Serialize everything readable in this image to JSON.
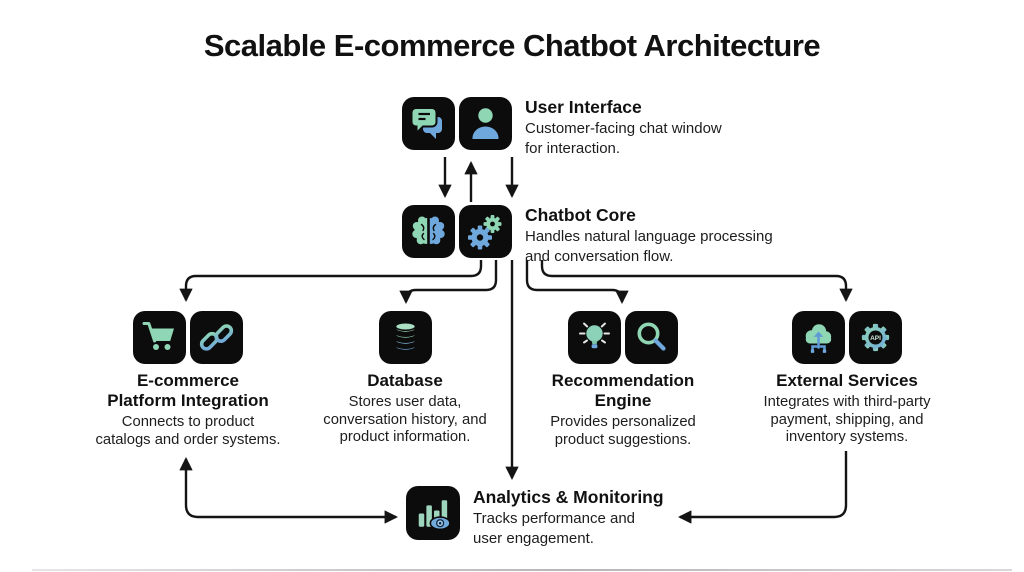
{
  "title": "Scalable E-commerce Chatbot Architecture",
  "palette": {
    "tile_bg": "#0c0c0c",
    "teal": "#8fd6b4",
    "blue": "#6fa8dc",
    "arrow": "#141414"
  },
  "nodes": {
    "user_interface": {
      "title": "User Interface",
      "desc": [
        "Customer-facing chat window",
        "for interaction."
      ],
      "icons": [
        "chat-icon",
        "user-icon"
      ]
    },
    "chatbot_core": {
      "title": "Chatbot Core",
      "desc": [
        "Handles natural language processing",
        "and conversation flow."
      ],
      "icons": [
        "brain-icon",
        "gears-icon"
      ]
    },
    "ecommerce": {
      "title": [
        "E-commerce",
        "Platform Integration"
      ],
      "desc": [
        "Connects to product",
        "catalogs and order systems."
      ],
      "icons": [
        "cart-icon",
        "link-icon"
      ]
    },
    "database": {
      "title": [
        "Database"
      ],
      "desc": [
        "Stores user data,",
        "conversation history, and",
        "product information."
      ],
      "icons": [
        "database-icon"
      ]
    },
    "recommendation": {
      "title": [
        "Recommendation",
        "Engine"
      ],
      "desc": [
        "Provides personalized",
        "product suggestions."
      ],
      "icons": [
        "lightbulb-icon",
        "search-icon"
      ]
    },
    "external": {
      "title": [
        "External Services"
      ],
      "desc": [
        "Integrates with third-party",
        "payment, shipping, and",
        "inventory systems."
      ],
      "icons": [
        "cloud-upload-icon",
        "api-gear-icon"
      ],
      "api_label": "API"
    },
    "analytics": {
      "title": "Analytics & Monitoring",
      "desc": [
        "Tracks performance and",
        "user engagement."
      ],
      "icons": [
        "bar-chart-eye-icon"
      ]
    }
  }
}
